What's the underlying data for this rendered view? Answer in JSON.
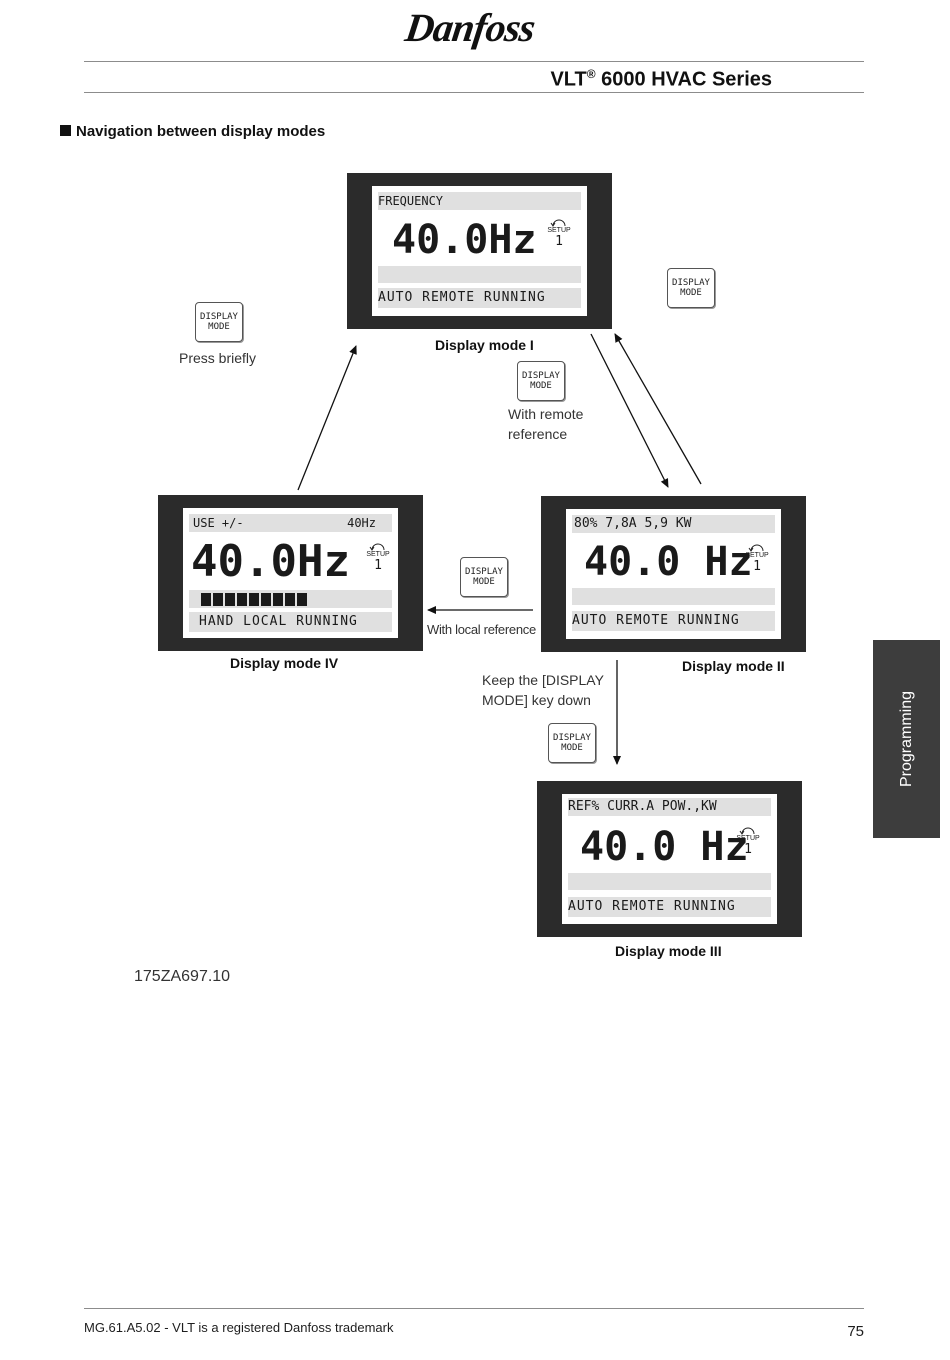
{
  "header": {
    "brand": "Danfoss",
    "series_prefix": "VLT",
    "series_reg": "®",
    "series_suffix": "6000 HVAC Series"
  },
  "section_title": "Navigation between display modes",
  "key_label_line1": "DISPLAY",
  "key_label_line2": "MODE",
  "notes": {
    "press_briefly": "Press briefly",
    "remote_ref_line1": "With remote",
    "remote_ref_line2": "reference",
    "local_ref": "With local reference",
    "keep_down_line1": "Keep the [DISPLAY",
    "keep_down_line2": "MODE] key down"
  },
  "modes": {
    "mode1": {
      "caption": "Display mode I",
      "top": "FREQUENCY",
      "big": "40.0Hz",
      "setup_label": "SETUP",
      "setup_num": "1",
      "status": "AUTO REMOTE RUNNING"
    },
    "mode2": {
      "caption": "Display mode II",
      "top": "80%  7,8A  5,9 KW",
      "big": "40.0 Hz",
      "setup_label": "SETUP",
      "setup_num": "1",
      "status": "AUTO REMOTE RUNNING"
    },
    "mode3": {
      "caption": "Display mode III",
      "top": "REF% CURR.A POW.,KW",
      "big": "40.0 Hz",
      "setup_label": "SETUP",
      "setup_num": "1",
      "status": "AUTO REMOTE RUNNING"
    },
    "mode4": {
      "caption": "Display mode IV",
      "top_left": "USE +/-",
      "top_right": "40Hz",
      "big": "40.0Hz",
      "setup_label": "SETUP",
      "setup_num": "1",
      "bar_segments": 9,
      "status": "HAND LOCAL RUNNING"
    }
  },
  "side_tab": "Programming",
  "doc_id": "175ZA697.10",
  "footer": {
    "left": "MG.61.A5.02 - VLT is a registered Danfoss trademark",
    "page": "75"
  }
}
